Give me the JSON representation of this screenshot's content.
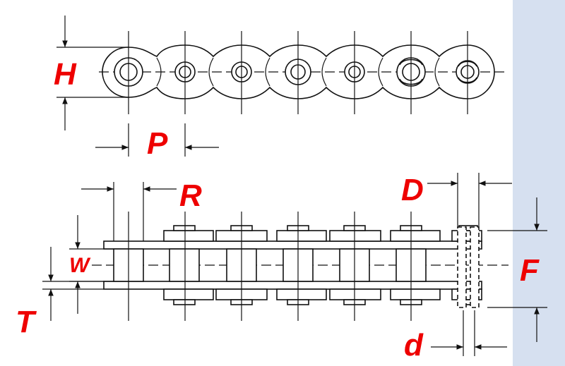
{
  "labels": {
    "H": "H",
    "P": "P",
    "R": "R",
    "D": "D",
    "W": "W",
    "F": "F",
    "T": "T",
    "d": "d"
  },
  "colors": {
    "label": "#ee0000",
    "panel": "#d6e0f0",
    "line": "#111111"
  }
}
